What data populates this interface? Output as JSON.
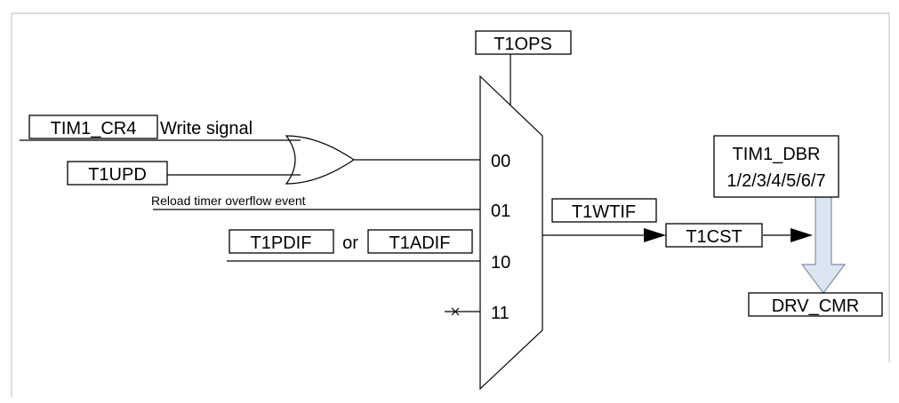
{
  "labels": {
    "tim1_cr4": "TIM1_CR4",
    "write_signal": "Write signal",
    "t1upd": "T1UPD",
    "reload_event": "Reload timer overflow event",
    "t1pdif": "T1PDIF",
    "or_word": "or",
    "t1adif": "T1ADIF",
    "t1ops": "T1OPS",
    "mux_in_00": "00",
    "mux_in_01": "01",
    "mux_in_10": "10",
    "mux_in_11": "11",
    "t1wtif": "T1WTIF",
    "t1cst": "T1CST",
    "tim1_dbr_line1": "TIM1_DBR",
    "tim1_dbr_line2": "1/2/3/4/5/6/7",
    "drv_cmr": "DRV_CMR"
  },
  "colors": {
    "line": "#000000",
    "frame": "#c8c8c8",
    "arrow_fill": "#dce6f2",
    "arrow_stroke": "#7f8fa6"
  }
}
